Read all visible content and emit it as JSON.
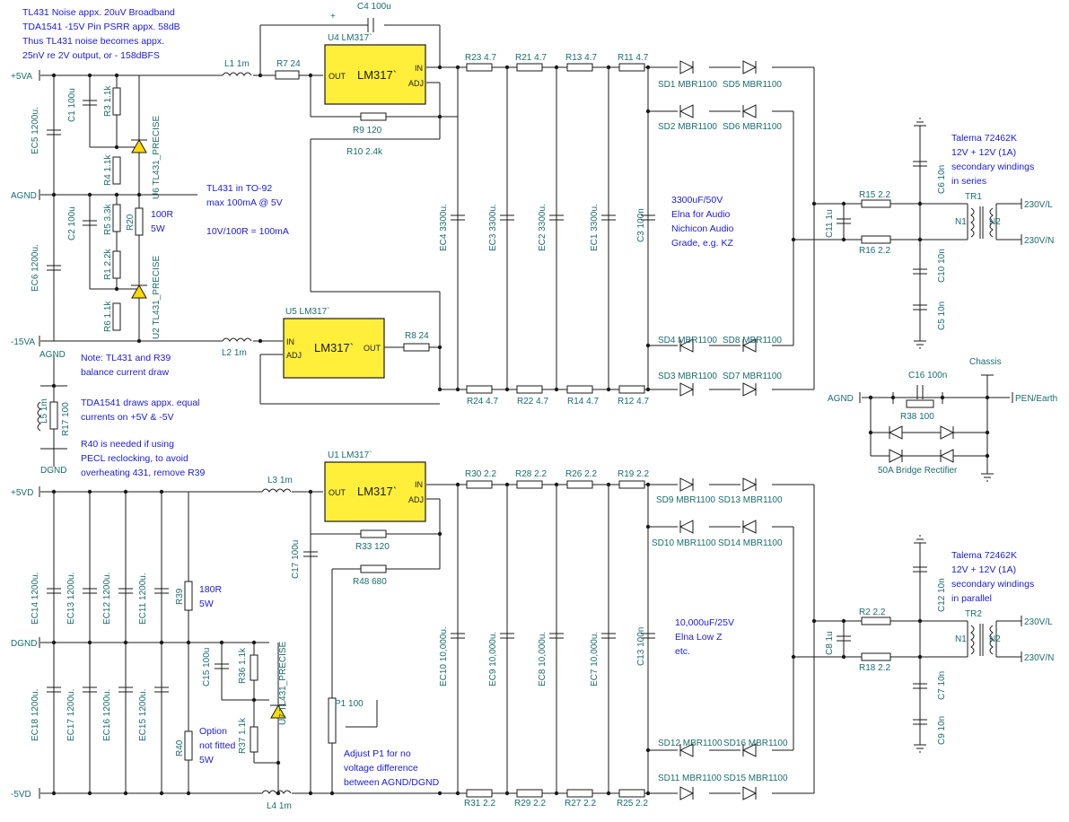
{
  "notes": {
    "noise": [
      "TL431 Noise appx. 20uV Broadband",
      "TDA1541 -15V Pin PSRR appx. 58dB",
      "Thus TL431 noise becomes appx.",
      "25nV re 2V output, or - 158dBFS"
    ],
    "tl431pkg": [
      "TL431 in TO-92",
      "max 100mA @ 5V",
      "10V/100R  = 100mA"
    ],
    "r20note": [
      "100R",
      "5W"
    ],
    "balance": [
      "Note: TL431 and R39",
      "balance current draw"
    ],
    "tda": [
      "TDA1541 draws appx. equal",
      "currents on +5V & -5V"
    ],
    "r40need": [
      "R40 is needed if using",
      "PECL reclocking, to avoid",
      "overheating 431, remove R39"
    ],
    "caps1": [
      "3300uF/50V",
      "Elna for Audio",
      "Nichicon Audio",
      "Grade, e.g. KZ"
    ],
    "caps2": [
      "10,000uF/25V",
      "Elna Low Z",
      "etc."
    ],
    "talema1": [
      "Talema 72462K",
      "12V + 12V (1A)",
      "secondary windings",
      "in series"
    ],
    "talema2": [
      "Talema 72462K",
      "12V + 12V (1A)",
      "secondary windings",
      "in parallel"
    ],
    "r39note": [
      "180R",
      "5W"
    ],
    "r40note": [
      "Option",
      "not fitted",
      "5W"
    ],
    "p1note": [
      "Adjust P1 for no",
      "voltage difference",
      "between AGND/DGND"
    ]
  },
  "rails": {
    "p5va": "+5VA",
    "agnd": "AGND",
    "m15va": "-15VA",
    "agnd2": "AGND",
    "dgnd": "DGND",
    "p5vd": "+5VD",
    "dgnd2": "DGND",
    "m5vd": "-5VD",
    "agnd3": "AGND",
    "chassis": "Chassis",
    "pen": "PEN/Earth",
    "l1": "230V/L",
    "n1": "230V/N",
    "l2": "230V/L",
    "n2": "230V/N"
  },
  "ics": {
    "u4": {
      "ref": "U4 LM317`",
      "name": "LM317`",
      "out": "OUT",
      "in": "IN",
      "adj": "ADJ"
    },
    "u5": {
      "ref": "U5 LM317`",
      "name": "LM317`",
      "in": "IN",
      "adj": "ADJ",
      "out": "OUT"
    },
    "u1": {
      "ref": "U1 LM317`",
      "name": "LM317`",
      "out": "OUT",
      "in": "IN",
      "adj": "ADJ"
    }
  },
  "labels": {
    "c4": "C4 100u",
    "l1": "L1 1m",
    "r7": "R7 24",
    "r9": "R9 120",
    "r10": "R10 2.4k",
    "r23": "R23 4.7",
    "r21": "R21 4.7",
    "r13": "R13 4.7",
    "r11": "R11 4.7",
    "sd1": "SD1 MBR1100",
    "sd5": "SD5 MBR1100",
    "sd2": "SD2 MBR1100",
    "sd6": "SD6 MBR1100",
    "sd4": "SD4 MBR1100",
    "sd8": "SD8 MBR1100",
    "sd3": "SD3 MBR1100",
    "sd7": "SD7 MBR1100",
    "c1": "C1 100u",
    "r3": "R3 1.1k",
    "ec5": "EC5 1200u.",
    "u6": "U6 TL431_PRECISE",
    "r4": "R4 1.1k",
    "c2": "C2 100u",
    "r5": "R5 3.3k",
    "r20": "R20",
    "r1": "R1 2.2k",
    "ec6": "EC6 1200u.",
    "u2": "U2 TL431_PRECISE",
    "r6": "R6 1.1k",
    "ec4": "EC4 3300u.",
    "ec3": "EC3 3300u.",
    "ec2": "EC2 3300u.",
    "ec1": "EC1 3300u.",
    "c3": "C3 100n",
    "r15": "R15 2.2",
    "r16": "R16 2.2",
    "c11": "C11 1u",
    "c6": "C6 10n",
    "c10": "C10 10n",
    "c5": "C5 10n",
    "tr1": "TR1",
    "n1a": "N1",
    "n2a": "N2",
    "l2": "L2 1m",
    "r8": "R8 24",
    "r24": "R24 4.7",
    "r22": "R22 4.7",
    "r14": "R14 4.7",
    "r12": "R12 4.7",
    "l5": "L5 1m",
    "r17": "R17 100",
    "c16": "C16 100n",
    "r38": "R38 100",
    "bridge": "50A Bridge Rectifier",
    "l3": "L3 1m",
    "r33": "R33 120",
    "r48": "R48 680",
    "c17": "C17 100u",
    "r30": "R30 2.2",
    "r28": "R28 2.2",
    "r26": "R26 2.2",
    "r19": "R19 2.2",
    "sd9": "SD9 MBR1100",
    "sd13": "SD13 MBR1100",
    "sd10": "SD10 MBR1100",
    "sd14": "SD14 MBR1100",
    "sd12": "SD12 MBR1100",
    "sd16": "SD16 MBR1100",
    "sd11": "SD11 MBR1100",
    "sd15": "SD15 MBR1100",
    "ec14": "EC14 1200u.",
    "ec13": "EC13 1200u.",
    "ec12": "EC12 1200u.",
    "ec11": "EC11 1200u.",
    "r39": "R39",
    "ec18": "EC18 1200u.",
    "ec17": "EC17 1200u.",
    "ec16": "EC16 1200u.",
    "ec15": "EC15 1200u.",
    "r40": "R40",
    "c15": "C15 100u",
    "r36": "R36 1.1k",
    "r37": "R37 1.1k",
    "u7": "U7 TL431_PRECISE",
    "p1": "P1 100",
    "ec10": "EC10 10,000u.",
    "ec9": "EC9 10,000u.",
    "ec8": "EC8 10,000u.",
    "ec7": "EC7 10,000u.",
    "c13": "C13 100n",
    "r2": "R2 2.2",
    "r18": "R18 2.2",
    "c8": "C8 1u",
    "c12": "C12 10n",
    "c7": "C7 10n",
    "c9": "C9 10n",
    "tr2": "TR2",
    "n1b": "N1",
    "n2b": "N2",
    "l4": "L4 1m",
    "r31": "R31 2.2",
    "r29": "R29 2.2",
    "r27": "R27 2.2",
    "r25": "R25 2.2",
    "plus": "+"
  }
}
